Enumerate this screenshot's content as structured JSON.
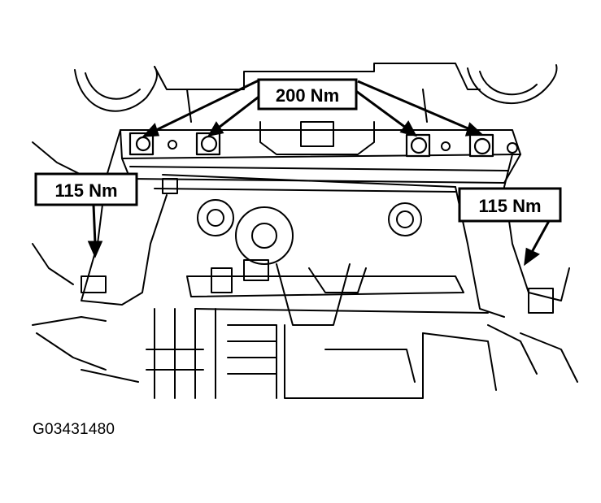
{
  "callouts": {
    "center_torque": "200 Nm",
    "left_torque": "115 Nm",
    "right_torque": "115 Nm"
  },
  "figure_code": "G03431480",
  "colors": {
    "line": "#000000",
    "background": "#ffffff"
  }
}
